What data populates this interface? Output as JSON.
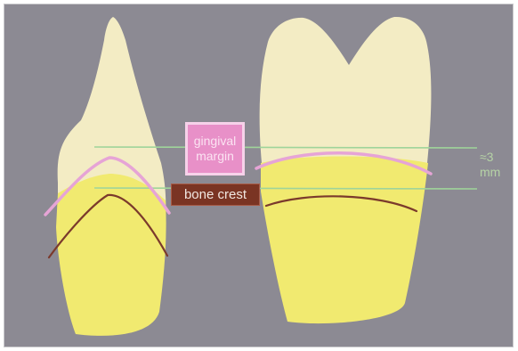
{
  "labels": {
    "gingival_margin": "gingival\nmargin",
    "bone_crest": "bone crest",
    "distance": "≈3\nmm"
  },
  "colors": {
    "background": "#8c8a93",
    "crown": "#f3ecc4",
    "root": "#f1ea70",
    "gingival_line": "#e6a4d6",
    "bone_line": "#7b3a2c",
    "reference_line": "#9fd49a"
  }
}
